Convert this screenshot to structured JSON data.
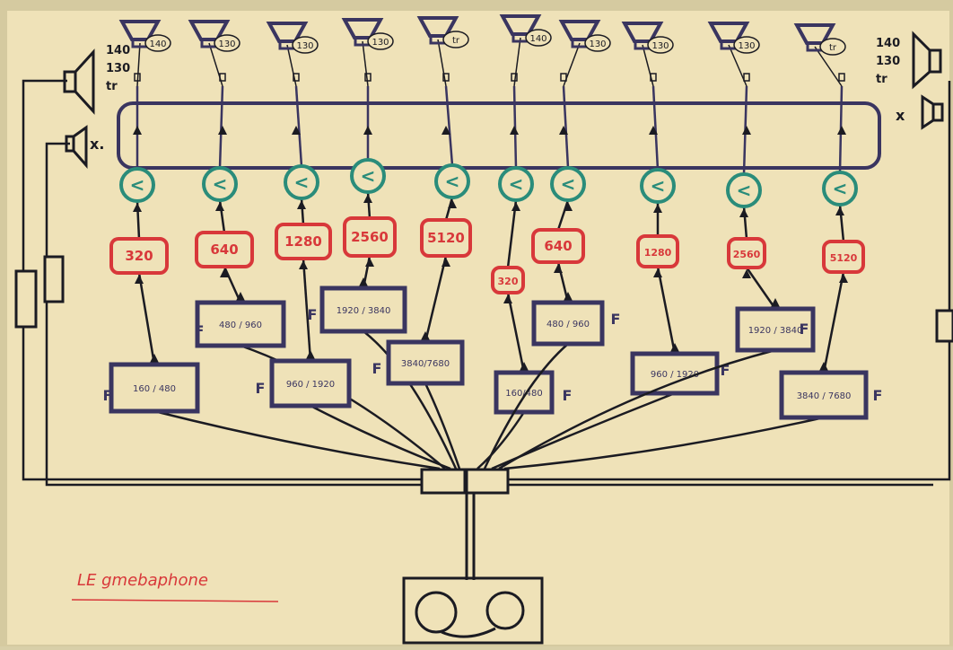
{
  "title": "LE gmebaphone",
  "colors": {
    "paper": "#efe2b8",
    "black": "#1b1b22",
    "blue": "#3a3560",
    "red": "#d8383a",
    "green": "#2a8c7a"
  },
  "left_speaker_levels": [
    "140",
    "130",
    "tr"
  ],
  "right_speaker_levels": [
    "140",
    "130",
    "tr"
  ],
  "speaker_x_label": "x.",
  "speaker_x_label_right": "x",
  "channels": [
    {
      "speaker_tag": "140",
      "comparator": "<",
      "red_label": "320",
      "filter_label": "160 / 480",
      "filter_mark": "F"
    },
    {
      "speaker_tag": "130",
      "comparator": "<",
      "red_label": "640",
      "filter_label": "480 / 960",
      "filter_mark": "F"
    },
    {
      "speaker_tag": "130",
      "comparator": "<",
      "red_label": "1280",
      "filter_label": "960 / 1920",
      "filter_mark": "F"
    },
    {
      "speaker_tag": "130",
      "comparator": "<",
      "red_label": "2560",
      "filter_label": "1920 / 3840",
      "filter_mark": "F"
    },
    {
      "speaker_tag": "tr",
      "comparator": "<",
      "red_label": "5120",
      "filter_label": "3840/7680",
      "filter_mark": "F"
    },
    {
      "speaker_tag": "140",
      "comparator": "<",
      "red_label": "320",
      "filter_label": "160/480",
      "filter_mark": "F"
    },
    {
      "speaker_tag": "130",
      "comparator": "<",
      "red_label": "640",
      "filter_label": "480 / 960",
      "filter_mark": "F"
    },
    {
      "speaker_tag": "130",
      "comparator": "<",
      "red_label": "1280",
      "filter_label": "960 / 1920",
      "filter_mark": "F"
    },
    {
      "speaker_tag": "130",
      "comparator": "<",
      "red_label": "2560",
      "filter_label": "1920 / 3840",
      "filter_mark": "F"
    },
    {
      "speaker_tag": "tr",
      "comparator": "<",
      "red_label": "5120",
      "filter_label": "3840 / 7680",
      "filter_mark": "F"
    }
  ]
}
